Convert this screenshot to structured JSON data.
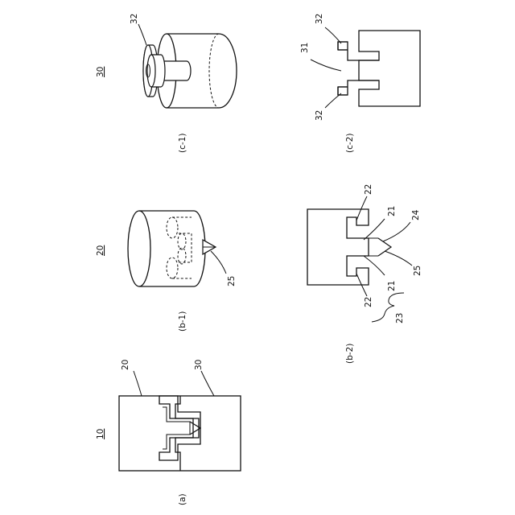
{
  "figure_a": {
    "caption": "(a)",
    "ref_assembly": "10",
    "ref_upper": "20",
    "ref_lower": "30"
  },
  "figure_b1": {
    "caption": "(b-1)",
    "ref_part": "20",
    "ref_tip": "25"
  },
  "figure_b2": {
    "caption": "(b-2)",
    "ref_slot_top": "22",
    "ref_slot_bottom": "22",
    "ref_wall_top": "21",
    "ref_wall_bottom": "21",
    "ref_apex": "24",
    "ref_tip": "25",
    "ref_recess": "23"
  },
  "figure_c1": {
    "caption": "(c-1)",
    "ref_part": "30",
    "ref_flange": "32"
  },
  "figure_c2": {
    "caption": "(c-2)",
    "ref_flange_top": "32",
    "ref_neck": "31",
    "ref_flange_bottom": "32"
  }
}
